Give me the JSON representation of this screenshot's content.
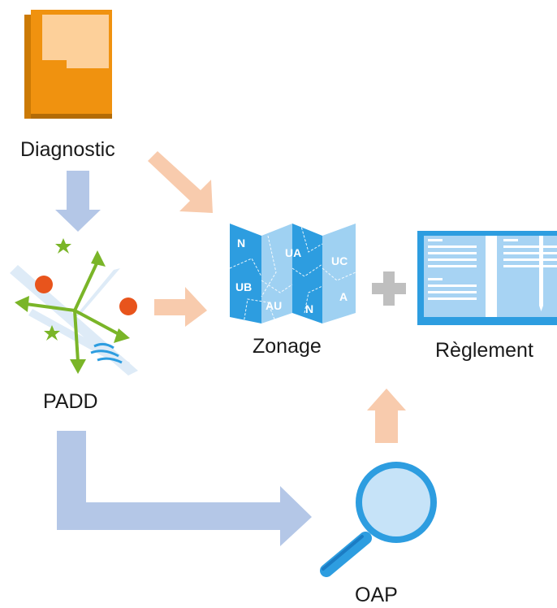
{
  "labels": {
    "diagnostic": "Diagnostic",
    "padd": "PADD",
    "zonage": "Zonage",
    "reglement": "Règlement",
    "oap": "OAP"
  },
  "zonage_map": {
    "zones": [
      "N",
      "UA",
      "UC",
      "UB",
      "AU",
      "N",
      "A"
    ]
  },
  "colors": {
    "flow_arrow_blue": "#b4c7e7",
    "flow_arrow_peach": "#f8cbad",
    "book_orange": "#f0920f",
    "book_light": "#fdd09a",
    "map_blue": "#2d9de0",
    "map_light": "#9fd1f2",
    "reglement_blue": "#2d9de0",
    "reglement_page": "#a7d3f3",
    "padd_green": "#7ab528",
    "padd_red": "#e8541c",
    "plus_gray": "#bfbfbf"
  },
  "icons": [
    "document-icon",
    "padd-map-icon",
    "zonage-map-icon",
    "plus-icon",
    "reglement-book-icon",
    "magnifier-icon"
  ]
}
